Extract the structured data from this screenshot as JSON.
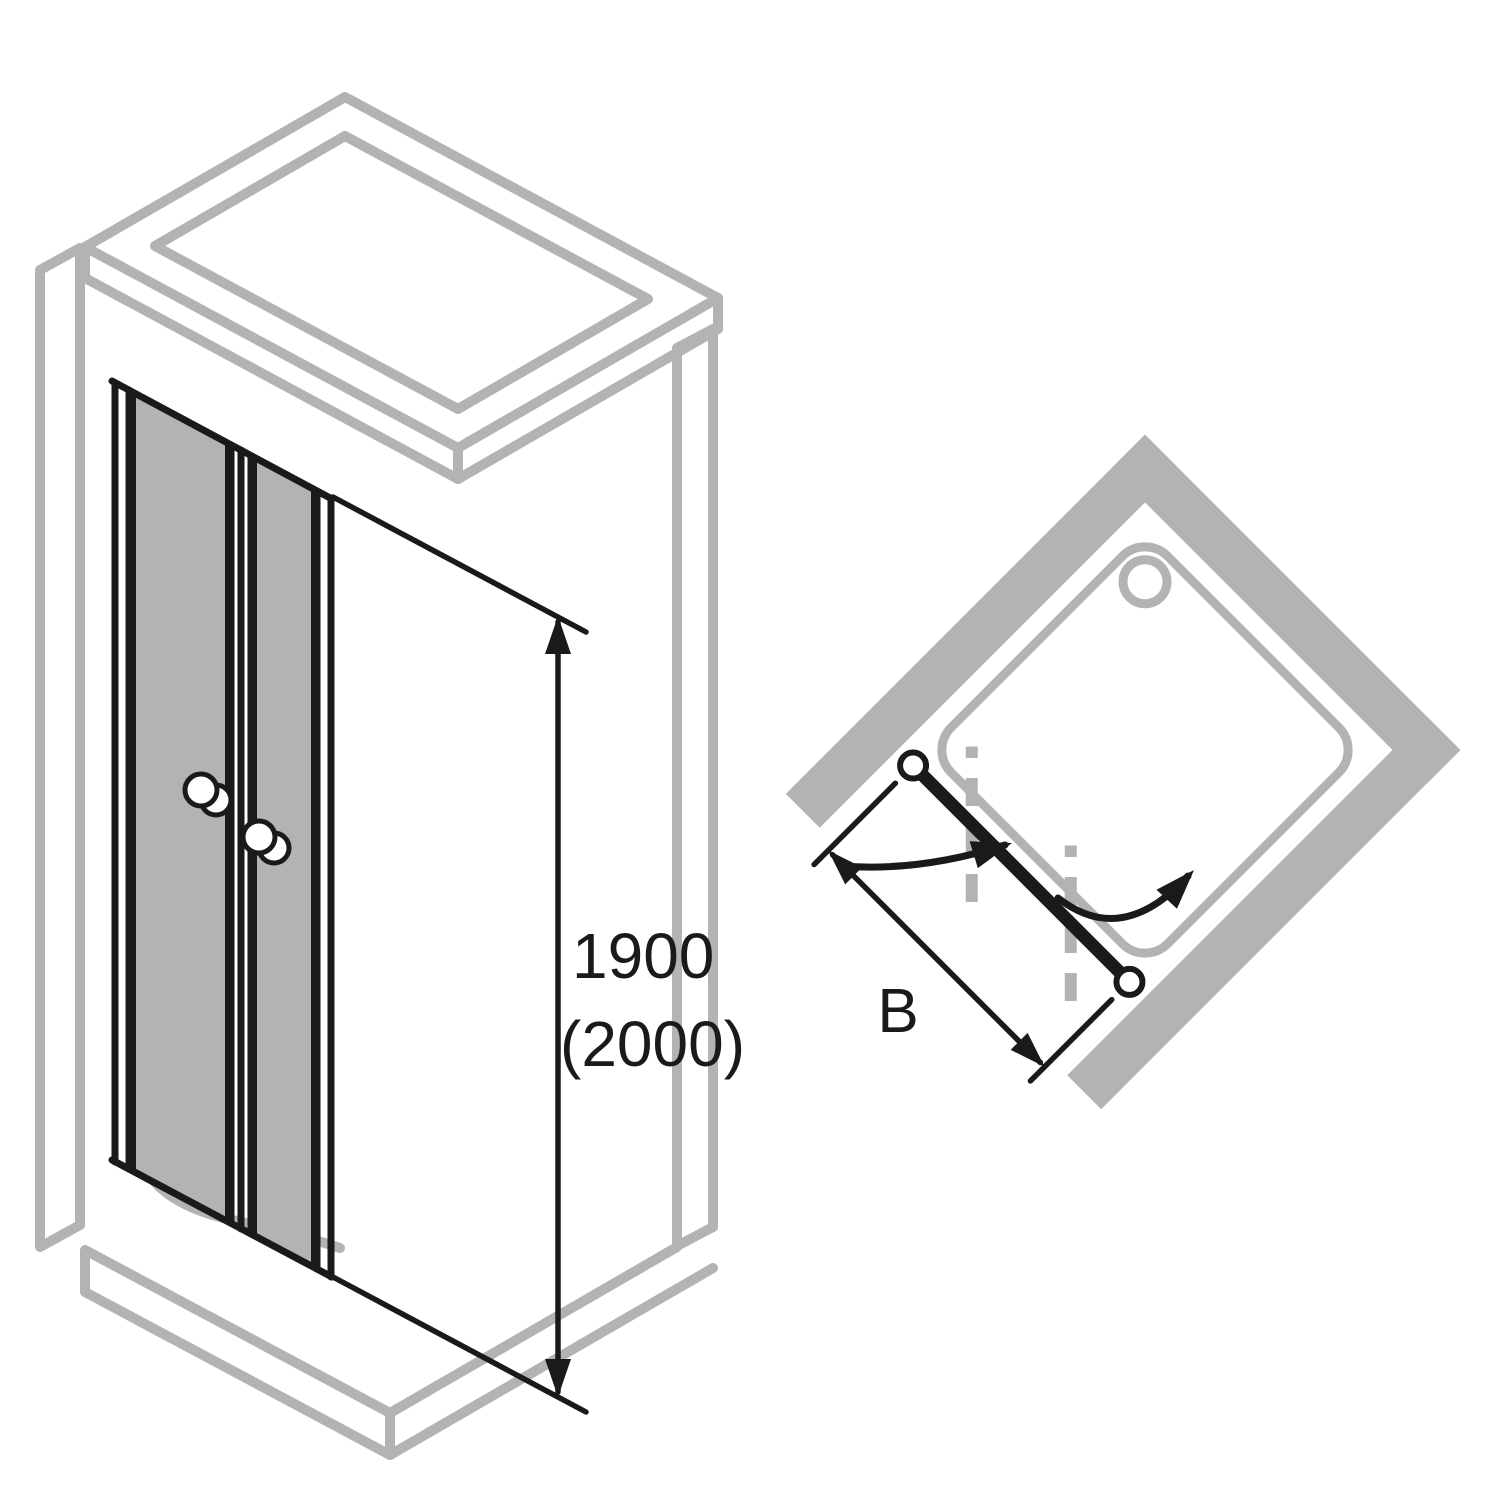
{
  "dimensions": {
    "height_primary": "1900",
    "height_secondary": "(2000)",
    "width_label": "B"
  },
  "colors": {
    "structure": "#b3b3b3",
    "lines": "#1a1a1a",
    "background": "#ffffff"
  }
}
